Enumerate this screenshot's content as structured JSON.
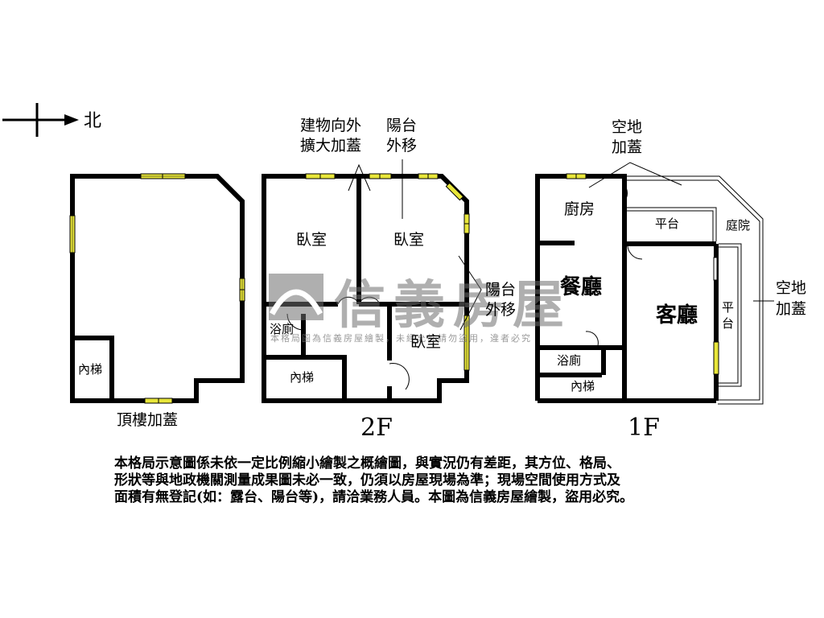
{
  "compass": {
    "direction_label": "北",
    "icon": "north-arrow-icon"
  },
  "floors": {
    "roof": {
      "caption": "頂樓加蓋",
      "rooms": {
        "stairs": "內梯"
      }
    },
    "second": {
      "caption": "2F",
      "annotations": {
        "extension": [
          "建物向外",
          "擴大加蓋"
        ],
        "balcony_top": [
          "陽台",
          "外移"
        ],
        "balcony_side": [
          "陽台",
          "外移"
        ]
      },
      "rooms": {
        "bedroom_left": "臥室",
        "bedroom_right": "臥室",
        "bedroom_bottom": "臥室",
        "bathroom": "浴廁",
        "stairs": "內梯"
      }
    },
    "first": {
      "caption": "1F",
      "annotations": {
        "open_land_top": [
          "空地",
          "加蓋"
        ],
        "open_land_right": [
          "空地",
          "加蓋"
        ]
      },
      "rooms": {
        "kitchen": "廚房",
        "platform_top": "平台",
        "courtyard": "庭院",
        "dining": "餐廳",
        "living": "客廳",
        "platform_side": [
          "平",
          "台"
        ],
        "bathroom": "浴廁",
        "stairs": "內梯"
      }
    }
  },
  "watermark": {
    "brand": "信義房屋",
    "notice": "本格局圖為信義房屋繪製，未經允許請勿盜用，違者必究"
  },
  "disclaimer": {
    "lines": [
      "本格局示意圖係未依一定比例縮小繪製之概繪圖，與實況仍有差距，其方位、格局、",
      "形狀等與地政機關測量成果圖未必一致，仍須以房屋現場為準；現場空間使用方式及",
      "面積有無登記(如：露台、陽台等)，請洽業務人員。本圖為信義房屋繪製，盜用必究。"
    ]
  },
  "colors": {
    "wall": "#000000",
    "window": "#e8e63a",
    "watermark": "#8a8a8a",
    "background": "#ffffff"
  }
}
